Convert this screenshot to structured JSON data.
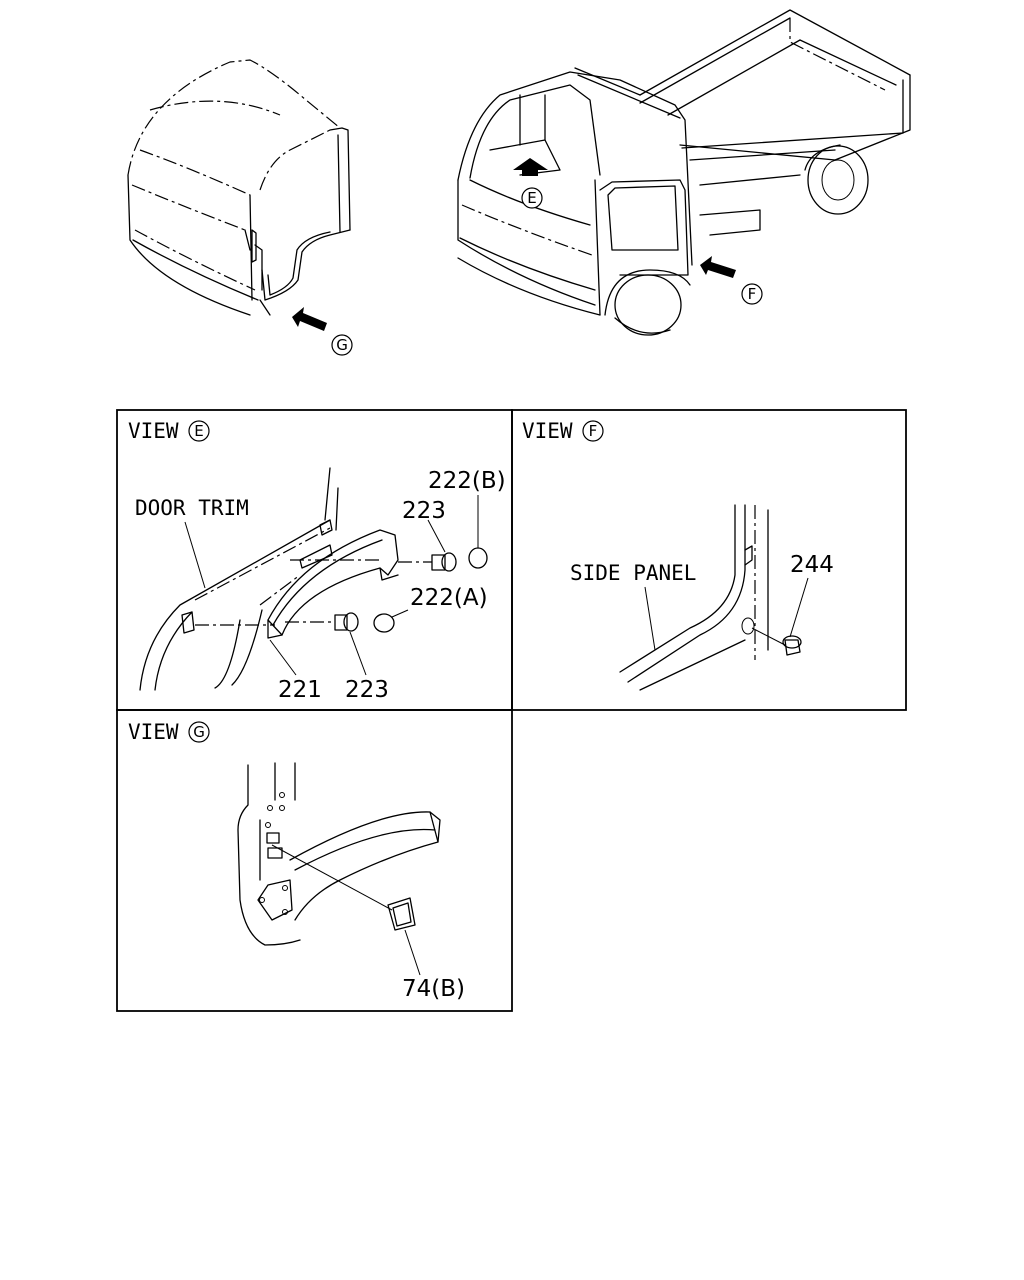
{
  "markers": {
    "e": "E",
    "f": "F",
    "g": "G"
  },
  "views": {
    "e": {
      "word": "VIEW",
      "letter": "E"
    },
    "f": {
      "word": "VIEW",
      "letter": "F"
    },
    "g": {
      "word": "VIEW",
      "letter": "G"
    }
  },
  "labels": {
    "door_trim": "DOOR TRIM",
    "side_panel": "SIDE PANEL",
    "p221": "221",
    "p222a": "222(A)",
    "p222b": "222(B)",
    "p223_top": "223",
    "p223_bottom": "223",
    "p244": "244",
    "p74b": "74(B)"
  }
}
